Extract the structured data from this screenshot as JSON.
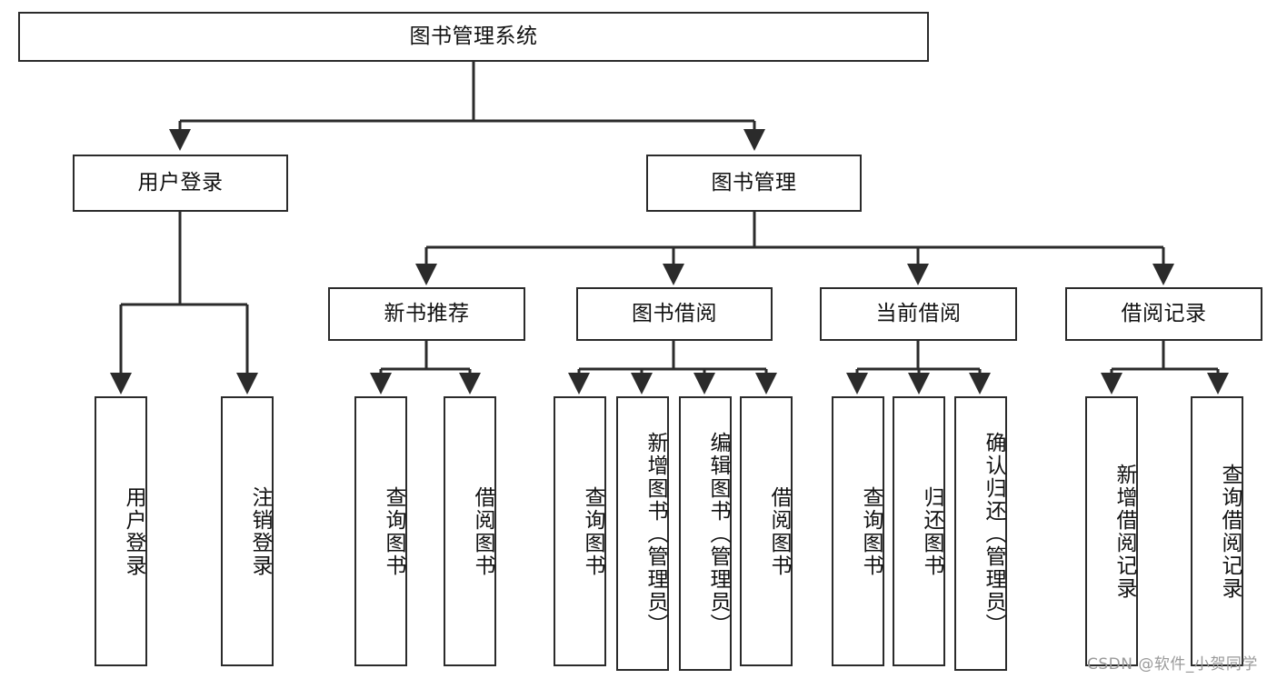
{
  "diagram": {
    "type": "tree-hierarchy",
    "title": "图书管理系统",
    "orientation": "top-down",
    "colors": {
      "box_border": "#2b2b2b",
      "box_fill": "#ffffff",
      "edge": "#2b2b2b",
      "text": "#111111",
      "watermark": "#9a9a9a",
      "background": "#ffffff"
    }
  },
  "nodes": {
    "root": {
      "label": "图书管理系统"
    },
    "level2": [
      {
        "id": "user-login",
        "label": "用户登录"
      },
      {
        "id": "book-manage",
        "label": "图书管理"
      }
    ],
    "level3": [
      {
        "id": "new-book-recommend",
        "label": "新书推荐"
      },
      {
        "id": "book-borrow",
        "label": "图书借阅"
      },
      {
        "id": "current-borrow",
        "label": "当前借阅"
      },
      {
        "id": "borrow-record",
        "label": "借阅记录"
      }
    ],
    "leaves": {
      "user-login": [
        {
          "id": "leaf-user-login",
          "label": "用户登录"
        },
        {
          "id": "leaf-logout",
          "label": "注销登录"
        }
      ],
      "new-book-recommend": [
        {
          "id": "leaf-query-book-1",
          "label": "查询图书"
        },
        {
          "id": "leaf-borrow-book-1",
          "label": "借阅图书"
        }
      ],
      "book-borrow": [
        {
          "id": "leaf-query-book-2",
          "label": "查询图书"
        },
        {
          "id": "leaf-add-book",
          "label": "新增图书（管理员）"
        },
        {
          "id": "leaf-edit-book",
          "label": "编辑图书（管理员）"
        },
        {
          "id": "leaf-borrow-book-2",
          "label": "借阅图书"
        }
      ],
      "current-borrow": [
        {
          "id": "leaf-query-book-3",
          "label": "查询图书"
        },
        {
          "id": "leaf-return-book",
          "label": "归还图书"
        },
        {
          "id": "leaf-confirm-return",
          "label": "确认归还（管理员）"
        }
      ],
      "borrow-record": [
        {
          "id": "leaf-add-record",
          "label": "新增借阅记录"
        },
        {
          "id": "leaf-query-record",
          "label": "查询借阅记录"
        }
      ]
    }
  },
  "watermark": {
    "text": "CSDN @软件_小贺同学"
  }
}
